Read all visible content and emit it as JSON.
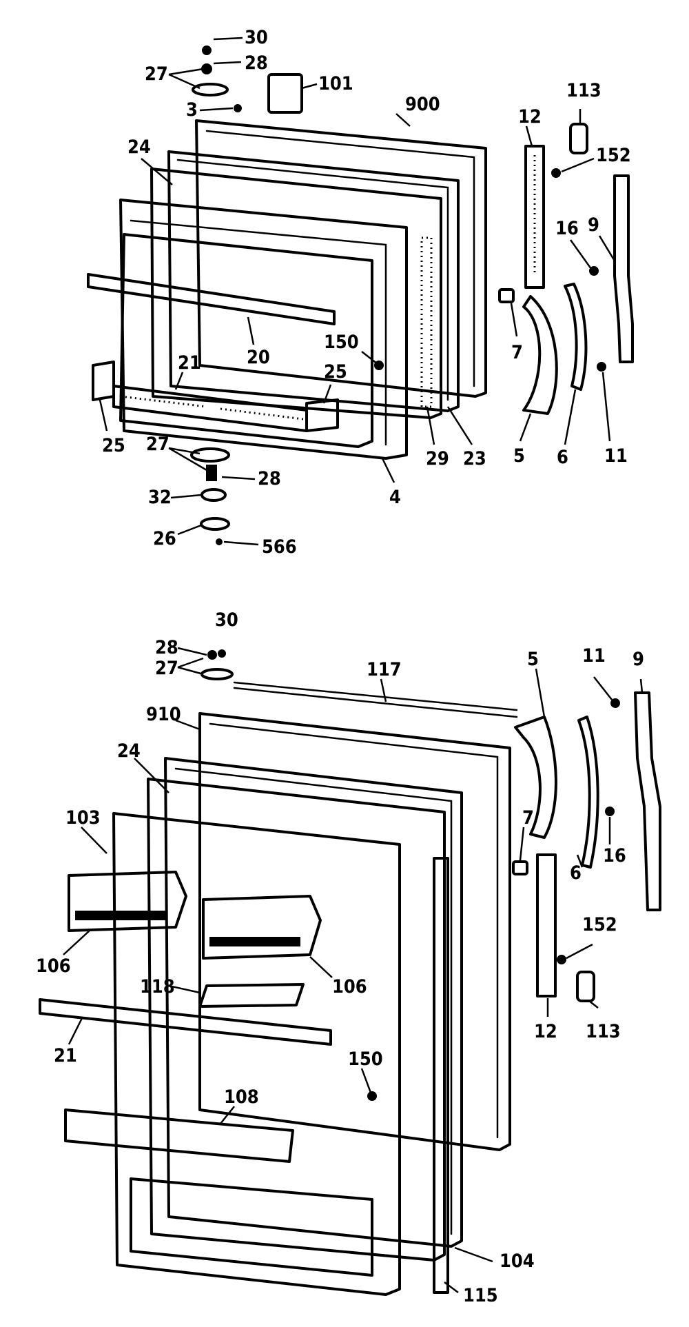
{
  "diagram": {
    "upper_door_callouts": {
      "c30": "30",
      "c28a": "28",
      "c27a": "27",
      "c101": "101",
      "c3": "3",
      "c900": "900",
      "c113": "113",
      "c12": "12",
      "c152": "152",
      "c24": "24",
      "c16": "16",
      "c9": "9",
      "c7": "7",
      "c150": "150",
      "c20": "20",
      "c21": "21",
      "c25a": "25",
      "c25b": "25",
      "c27b": "27",
      "c28b": "28",
      "c32": "32",
      "c26": "26",
      "c566": "566",
      "c4": "4",
      "c29": "29",
      "c23": "23",
      "c5": "5",
      "c6": "6",
      "c11": "11"
    },
    "lower_door_callouts": {
      "c30": "30",
      "c28": "28",
      "c27": "27",
      "c117": "117",
      "c5": "5",
      "c11": "11",
      "c9": "9",
      "c910": "910",
      "c24": "24",
      "c103": "103",
      "c7": "7",
      "c6": "6",
      "c16": "16",
      "c152": "152",
      "c106a": "106",
      "c106b": "106",
      "c118": "118",
      "c113": "113",
      "c12": "12",
      "c21": "21",
      "c150": "150",
      "c108": "108",
      "c104": "104",
      "c115": "115"
    }
  }
}
